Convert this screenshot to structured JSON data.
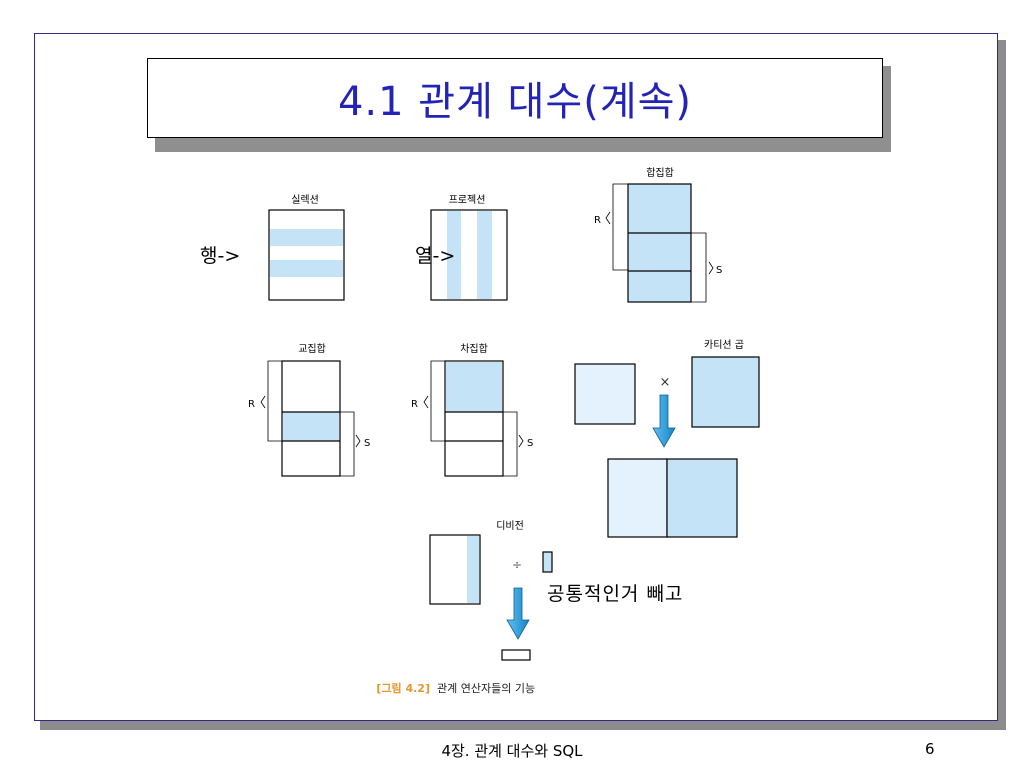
{
  "slide": {
    "title": "4.1 관계 대수(계속)",
    "footer_title": "4장. 관계 대수와 SQL",
    "page_number": "6"
  },
  "diagram": {
    "selection": {
      "label": "실렉션",
      "note": "행->"
    },
    "projection": {
      "label": "프로젝션",
      "note": "열->"
    },
    "union": {
      "label": "합집합",
      "r": "R",
      "s": "S"
    },
    "intersection": {
      "label": "교집합",
      "r": "R",
      "s": "S"
    },
    "difference": {
      "label": "차집합",
      "r": "R",
      "s": "S"
    },
    "cartesian": {
      "label": "카티션 곱",
      "operator": "×"
    },
    "division": {
      "label": "디비전",
      "operator": "÷",
      "note": "공통적인거 빼고"
    },
    "caption": {
      "number": "[그림 4.2]",
      "text": "관계 연산자들의 기능"
    }
  },
  "colors": {
    "fill_light": "#d6ecfa",
    "fill": "#c5e3f7",
    "fill_pale": "#e3f2fc",
    "arrow": "#1e9ad8",
    "caption_accent": "#e8962e",
    "title_blue": "#2323b8"
  }
}
